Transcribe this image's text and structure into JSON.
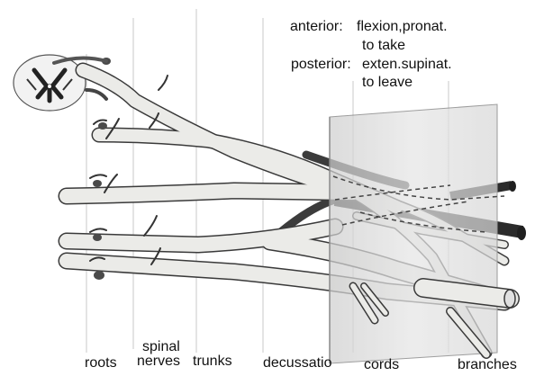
{
  "header": {
    "anterior_label": "anterior:",
    "anterior_action": "flexion,pronat.",
    "anterior_meaning": "to take",
    "posterior_label": "posterior:",
    "posterior_action": "exten.supinat.",
    "posterior_meaning": "to leave"
  },
  "segments": {
    "roots": "roots",
    "spinal_line1": "spinal",
    "spinal_line2": "nerves",
    "trunks": "trunks",
    "decussation": "decussatio",
    "cords": "cords",
    "branches": "branches"
  },
  "colors": {
    "nerve_fill": "#ebebe8",
    "nerve_outline": "#3a3a3a",
    "root_dark": "#4a4a4a",
    "panel_fill": "#dcdcdc",
    "posterior_cord": "#3c3c3c",
    "grid_line": "#c4c4c4"
  }
}
